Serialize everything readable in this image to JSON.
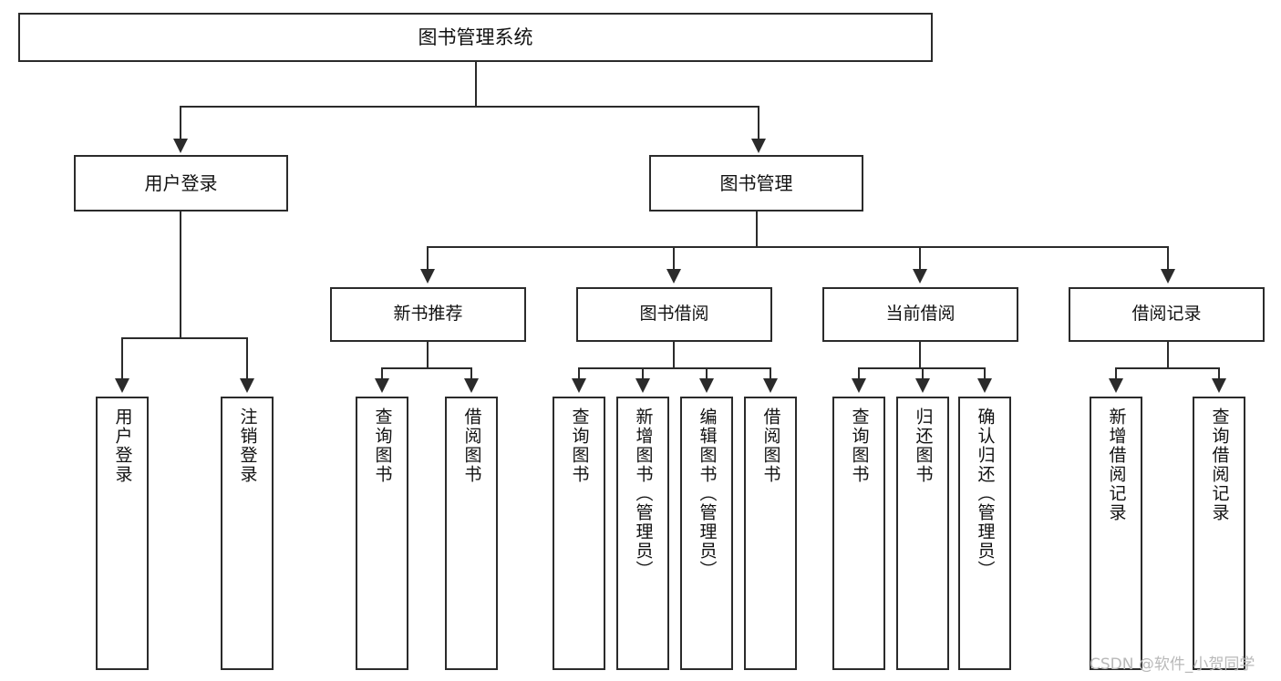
{
  "diagram": {
    "type": "tree-hierarchy",
    "title": "图书管理系统",
    "root": {
      "label": "图书管理系统"
    },
    "level2": [
      {
        "id": "user-login",
        "label": "用户登录"
      },
      {
        "id": "book-manage",
        "label": "图书管理"
      }
    ],
    "level3": [
      {
        "id": "new-book-recommend",
        "label": "新书推荐",
        "parent": "book-manage"
      },
      {
        "id": "book-borrow",
        "label": "图书借阅",
        "parent": "book-manage"
      },
      {
        "id": "current-borrow",
        "label": "当前借阅",
        "parent": "book-manage"
      },
      {
        "id": "borrow-record",
        "label": "借阅记录",
        "parent": "book-manage"
      }
    ],
    "leaves": {
      "user_login": [
        {
          "id": "leaf-user-login",
          "label": "用户登录"
        },
        {
          "id": "leaf-logout-login",
          "label": "注销登录"
        }
      ],
      "new_book_recommend": [
        {
          "id": "leaf-query-book-1",
          "label": "查询图书"
        },
        {
          "id": "leaf-borrow-book-1",
          "label": "借阅图书"
        }
      ],
      "book_borrow": [
        {
          "id": "leaf-query-book-2",
          "label": "查询图书"
        },
        {
          "id": "leaf-add-book",
          "label": "新增图书（管理员）"
        },
        {
          "id": "leaf-edit-book",
          "label": "编辑图书（管理员）"
        },
        {
          "id": "leaf-borrow-book-2",
          "label": "借阅图书"
        }
      ],
      "current_borrow": [
        {
          "id": "leaf-query-book-3",
          "label": "查询图书"
        },
        {
          "id": "leaf-return-book",
          "label": "归还图书"
        },
        {
          "id": "leaf-confirm-return",
          "label": "确认归还（管理员）"
        }
      ],
      "borrow_record": [
        {
          "id": "leaf-add-record",
          "label": "新增借阅记录"
        },
        {
          "id": "leaf-query-record",
          "label": "查询借阅记录"
        }
      ]
    }
  },
  "watermark": {
    "text": "CSDN @软件_小贺同学"
  },
  "colors": {
    "stroke": "#2b2b2b",
    "fill": "#ffffff",
    "text": "#111111",
    "watermark": "#b9b9b9"
  }
}
